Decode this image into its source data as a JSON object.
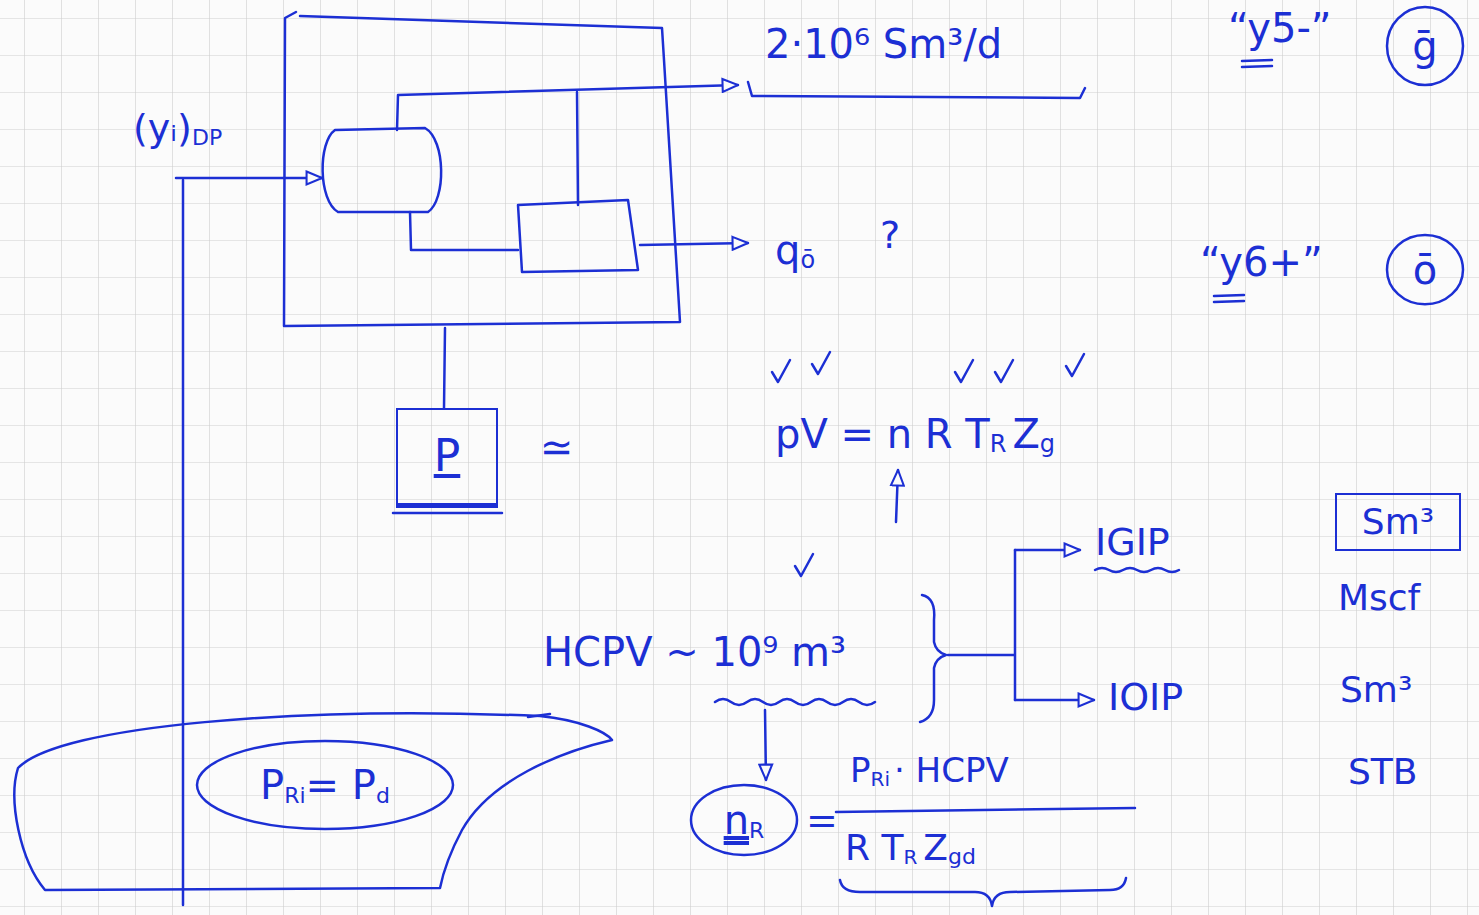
{
  "diagram": {
    "nodes": [
      {
        "text": [
          "ḡ"
        ]
      },
      {
        "text": [
          "ō"
        ]
      },
      {
        "text": [
          "P"
        ]
      },
      {
        "text": [
          "Sm³"
        ]
      },
      {
        "text": [
          "P",
          "Ri",
          "= P",
          "d"
        ]
      },
      {
        "text": [
          "n",
          "R"
        ]
      }
    ],
    "labels": [
      "(yᵢ)",
      "DP",
      "2·10⁶ Sm³/d",
      "“y5-”",
      "q",
      "ō",
      "?",
      "“y6+”",
      "≃",
      "pV = n R T",
      "R",
      "Z",
      "g",
      "IGIP",
      "Mscf",
      "HCPV ~ 10⁹ m³",
      "IOIP",
      "Sm³",
      "=",
      "P",
      "Ri",
      "· HCPV",
      "R T",
      "R",
      "Z",
      "gd",
      "STB"
    ]
  }
}
